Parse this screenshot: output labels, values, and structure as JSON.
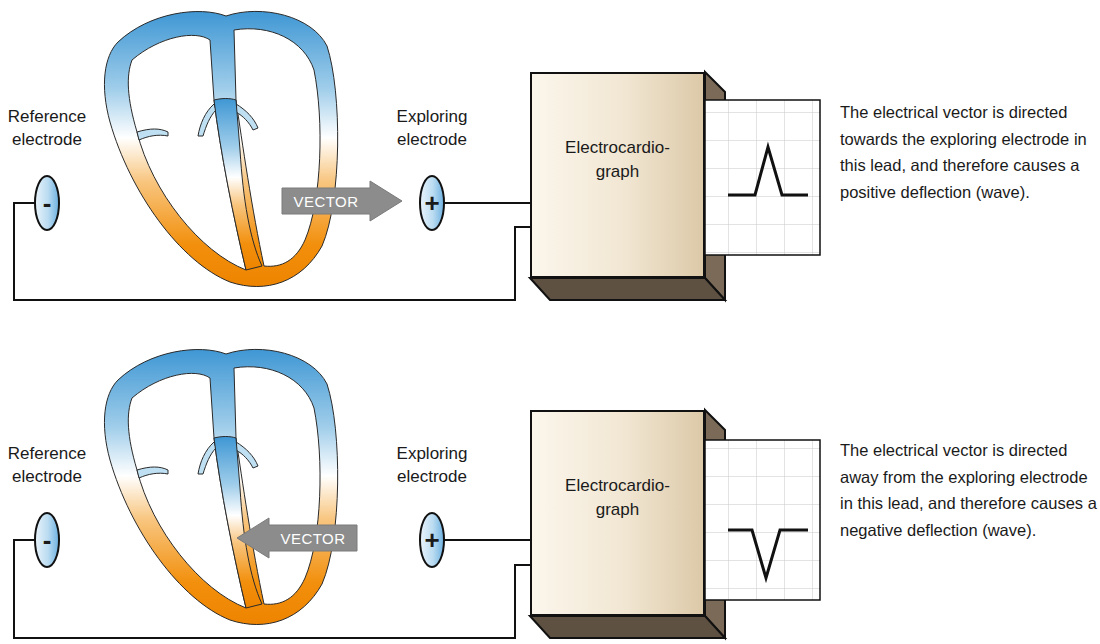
{
  "diagram": {
    "nodes": [
      {
        "text": [
          "Reference electrode",
          "-"
        ]
      },
      {
        "text": [
          "VECTOR"
        ]
      },
      {
        "text": [
          "Exploring electrode",
          "+"
        ]
      },
      {
        "text": [
          "Electrocardio- graph"
        ]
      },
      {
        "text": [
          "Reference electrode",
          "-"
        ]
      },
      {
        "text": [
          "VECTOR"
        ]
      },
      {
        "text": [
          "Exploring electrode",
          "+"
        ]
      },
      {
        "text": [
          "Electrocardio- graph"
        ]
      }
    ],
    "edges": [
      {
        "from": 0,
        "to": 3,
        "arrow": "none"
      },
      {
        "from": 2,
        "to": 3,
        "arrow": "none"
      },
      {
        "from": 4,
        "to": 7,
        "arrow": "none"
      },
      {
        "from": 6,
        "to": 7,
        "arrow": "none"
      }
    ],
    "labels": [
      "The electrical vector is directed towards the exploring electrode in this lead, and therefore causes a positive deflection (wave).",
      "The electrical vector is directed away from the exploring electrode in this lead, and therefore causes a negative deflection (wave)."
    ]
  }
}
